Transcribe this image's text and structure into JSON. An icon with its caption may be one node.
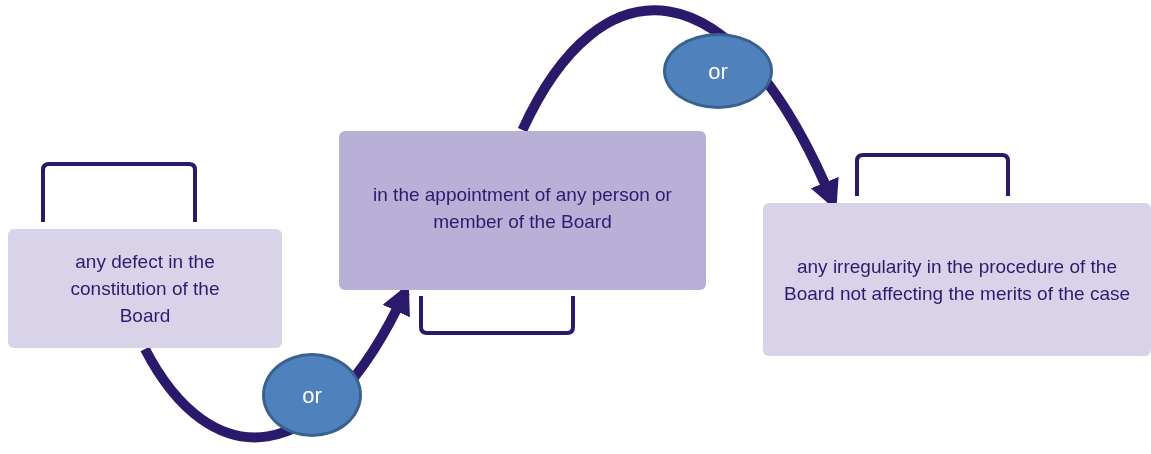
{
  "diagram": {
    "nodes": [
      {
        "text": [
          "any defect in the constitution of the Board"
        ]
      },
      {
        "text": [
          "in the appointment of any person or member of the Board"
        ]
      },
      {
        "text": [
          "any irregularity in the procedure of the Board not affecting the merits of the case"
        ]
      }
    ],
    "edges": [
      {
        "from": 0,
        "to": 1,
        "arrow": "to",
        "label": "or"
      },
      {
        "from": 1,
        "to": 2,
        "arrow": "to",
        "label": "or"
      }
    ]
  }
}
